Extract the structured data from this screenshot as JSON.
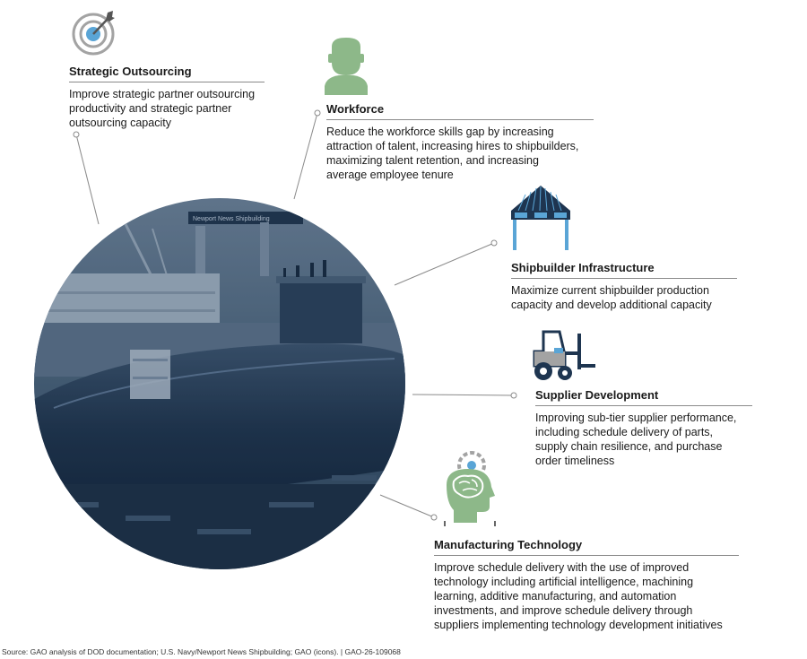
{
  "items": [
    {
      "title": "Strategic Outsourcing",
      "description": "Improve strategic partner outsourcing\nproductivity and strategic partner\noutsourcing capacity"
    },
    {
      "title": "Workforce",
      "description": "Reduce the workforce skills gap by increasing\nattraction of talent, increasing hires to shipbuilders,\nmaximizing talent retention, and increasing\naverage employee tenure"
    },
    {
      "title": "Shipbuilder Infrastructure",
      "description": "Maximize current shipbuilder production\ncapacity and develop additional capacity"
    },
    {
      "title": "Supplier Development",
      "description": "Improving sub-tier supplier performance,\nincluding schedule delivery of parts,\nsupply chain resilience, and purchase\norder timeliness"
    },
    {
      "title": "Manufacturing Technology",
      "description": "Improve schedule delivery with the use of improved\ntechnology including artificial intelligence, machining\nlearning, additive manufacturing, and automation\ninvestments, and improve schedule delivery through\nsuppliers implementing technology development initiatives"
    }
  ],
  "photo": {
    "sign_text": "Newport News Shipbuilding"
  },
  "source": "Source: GAO analysis of DOD documentation; U.S. Navy/Newport News Shipbuilding; GAO (icons).  |  GAO-26-109068",
  "colors": {
    "accent_blue": "#5aa5d6",
    "dark_navy": "#1e3550",
    "green": "#8db889",
    "icon_gray": "#a3a3a3"
  },
  "icons": [
    "target-icon",
    "person-icon",
    "building-icon",
    "forklift-icon",
    "brain-head-icon"
  ]
}
